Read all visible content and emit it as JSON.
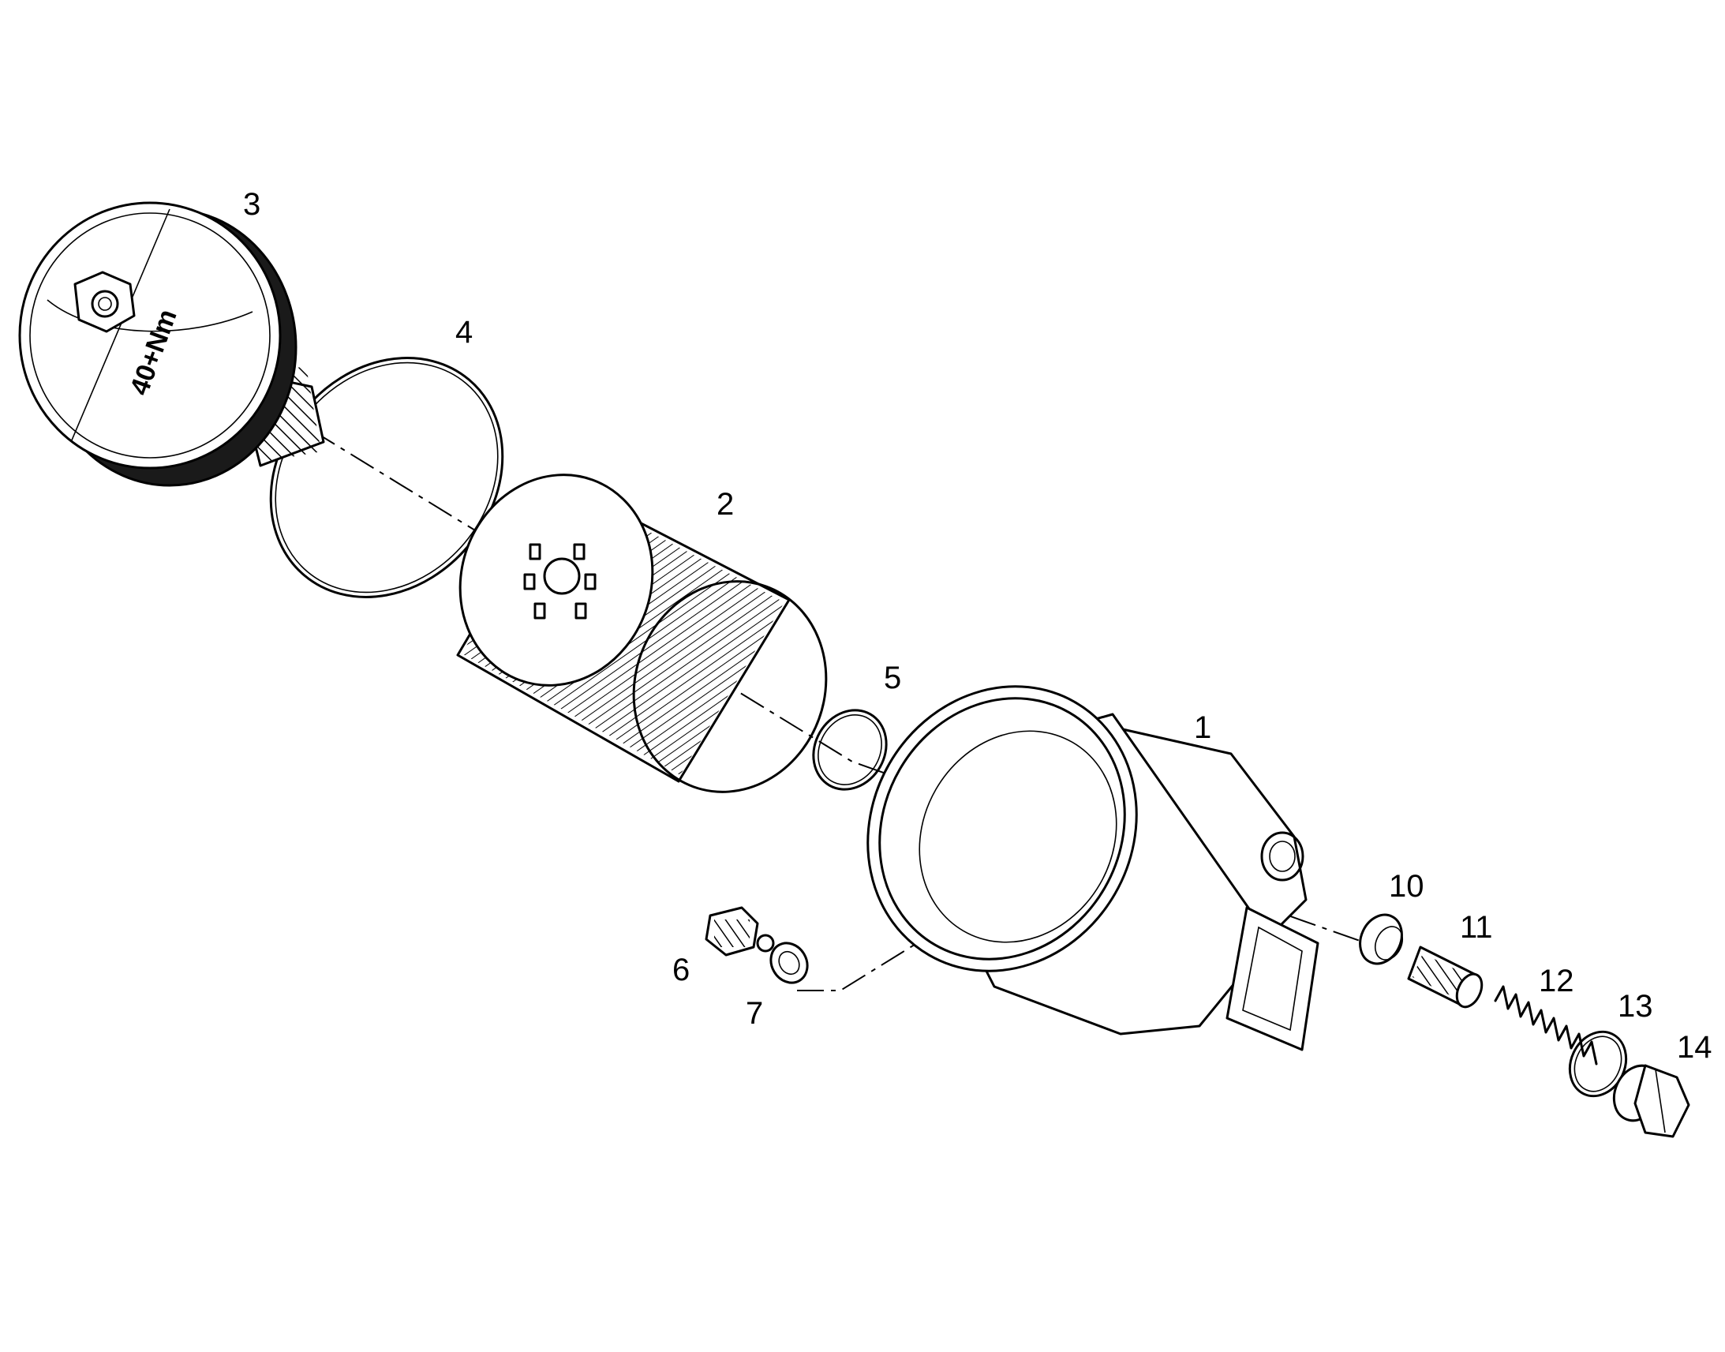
{
  "diagram": {
    "callouts": [
      {
        "id": "1",
        "label": "1"
      },
      {
        "id": "2",
        "label": "2"
      },
      {
        "id": "3",
        "label": "3"
      },
      {
        "id": "4",
        "label": "4"
      },
      {
        "id": "5",
        "label": "5"
      },
      {
        "id": "6",
        "label": "6"
      },
      {
        "id": "7",
        "label": "7"
      },
      {
        "id": "10",
        "label": "10"
      },
      {
        "id": "11",
        "label": "11"
      },
      {
        "id": "12",
        "label": "12"
      },
      {
        "id": "13",
        "label": "13"
      },
      {
        "id": "14",
        "label": "14"
      }
    ],
    "cap_marking": "40+Nm"
  }
}
